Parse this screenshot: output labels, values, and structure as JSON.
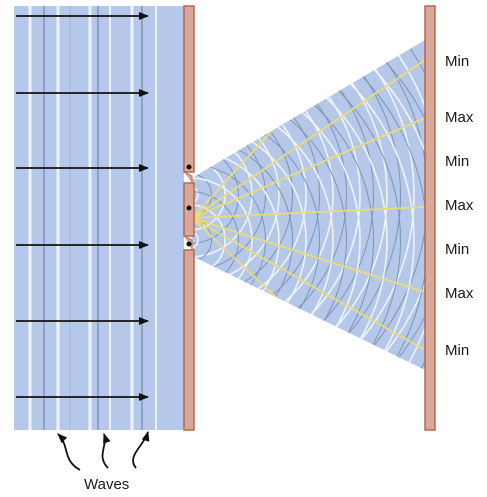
{
  "diagram": {
    "screen_labels": [
      "Min",
      "Max",
      "Min",
      "Max",
      "Min",
      "Max",
      "Min"
    ],
    "waves_label": "Waves",
    "colors": {
      "wave_region": "#b5c8ea",
      "wave_crest_light": "#eef3fb",
      "wave_crest_dark": "#7f93b6",
      "barrier": "#d9a898",
      "barrier_outline": "#b5674f",
      "bright_fringe_line": "#e9dc74",
      "arrow": "#111111",
      "text": "#1a1a1a"
    }
  }
}
